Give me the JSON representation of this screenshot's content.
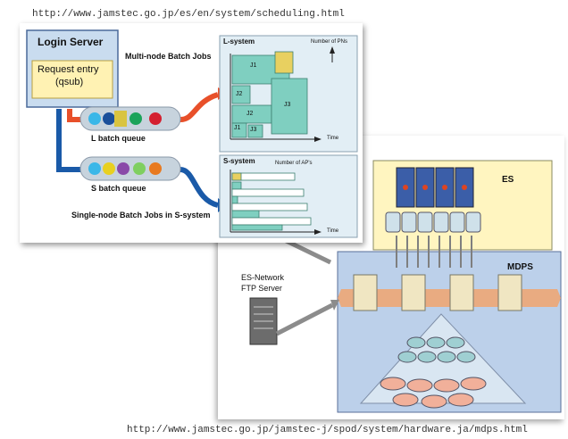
{
  "urls": {
    "top": "http://www.jamstec.go.jp/es/en/system/scheduling.html",
    "bottom": "http://www.jamstec.go.jp/jamstec-j/spod/system/hardware.ja/mdps.html"
  },
  "scheduling": {
    "login_server": "Login Server",
    "request_entry_line1": "Request entry",
    "request_entry_line2": "(qsub)",
    "multi_node_caption": "Multi-node Batch Jobs",
    "single_node_caption": "Single-node Batch Jobs in S-system",
    "l_queue": "L batch queue",
    "s_queue": "S batch queue",
    "l_system": {
      "title": "L-system",
      "axis_label": "Number of PNs",
      "time_label": "Time",
      "jobs": [
        "J1",
        "J2",
        "J2",
        "J3",
        "J1",
        "J3"
      ]
    },
    "s_system": {
      "title": "S-system",
      "axis_label": "Number of AP's",
      "time_label": "Time"
    }
  },
  "hardware": {
    "es_label": "ES",
    "mdps_label": "MDPS",
    "ftp_line1": "ES-Network",
    "ftp_line2": "FTP Server"
  },
  "colors": {
    "teal_job": "#7fcfc0",
    "yellow_job": "#e8d060",
    "l_arrow": "#e8502a",
    "s_arrow": "#1a5aa8",
    "login_bg": "#c9dcef",
    "request_bg": "#fff2b3",
    "es_bg": "#fff5c0",
    "mdps_bg": "#bcd0ea"
  }
}
